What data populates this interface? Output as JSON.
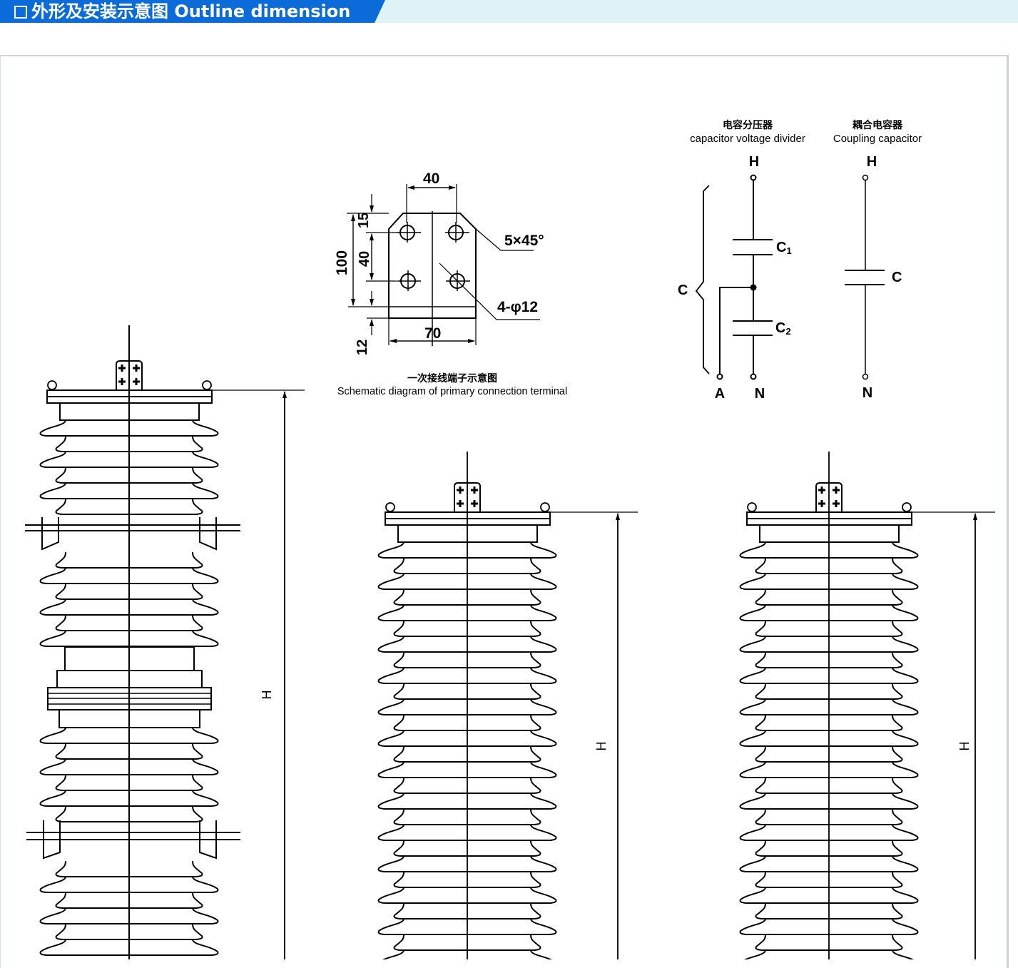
{
  "header": {
    "title_zh": "外形及安装示意图",
    "title_en": "Outline dimension",
    "colors": {
      "accent": "#0a6bd9",
      "band": "#dff3f7",
      "text": "#ffffff"
    }
  },
  "terminal": {
    "caption_zh": "一次接线端子示意图",
    "caption_en": "Schematic diagram of primary connection terminal",
    "dims": {
      "top_width": "40",
      "bottom_width": "70",
      "total_height": "100",
      "top_offset": "15",
      "hole_spacing": "40",
      "bottom_offset": "12",
      "chamfer": "5×45°",
      "holes": "4-φ12"
    }
  },
  "schematic": {
    "cvd": {
      "title_zh": "电容分压器",
      "title_en": "capacitor voltage divider",
      "terminal_top": "H",
      "c1": "C1",
      "c1_base": "C",
      "c1_sub": "1",
      "c2_base": "C",
      "c2_sub": "2",
      "brace": "C",
      "terminal_a": "A",
      "terminal_n": "N"
    },
    "coupling": {
      "title_zh": "耦合电容器",
      "title_en": "Coupling capacitor",
      "terminal_top": "H",
      "cap": "C",
      "terminal_n": "N"
    }
  },
  "outlines": [
    {
      "id": "two-section",
      "height_label": "H"
    },
    {
      "id": "single-section-a",
      "height_label": "H"
    },
    {
      "id": "single-section-b",
      "height_label": "H"
    }
  ]
}
